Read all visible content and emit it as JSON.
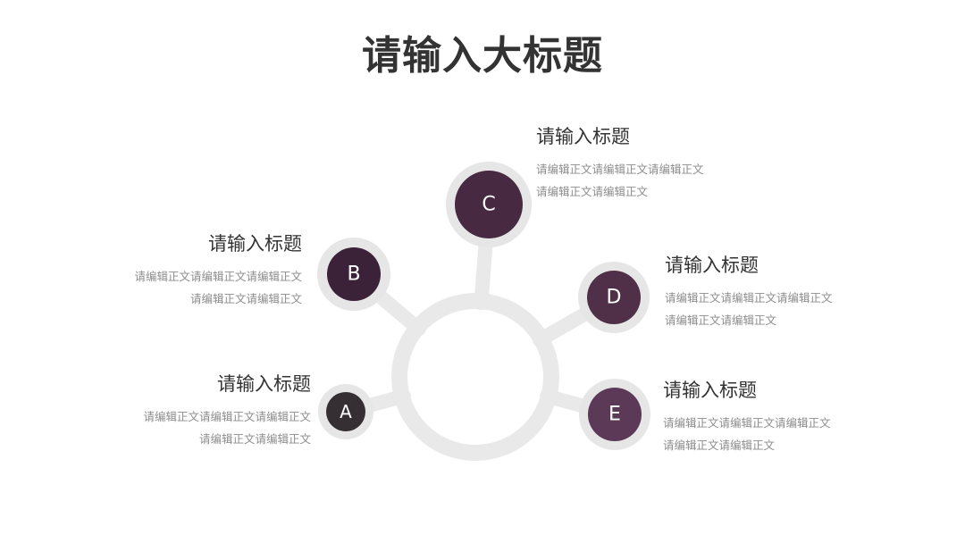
{
  "page": {
    "title": "请输入大标题"
  },
  "colors": {
    "connector": "#e9e9e9",
    "ring_halo": "#e6e6e6",
    "node_a": "#352f33",
    "node_b": "#3b2239",
    "node_c": "#472a41",
    "node_d": "#4f3048",
    "node_e": "#5c3a57"
  },
  "nodes": [
    {
      "id": "A",
      "letter": "A",
      "heading": "请输入标题",
      "line1": "请编辑正文请编辑正文请编辑正文",
      "line2": "请编辑正文请编辑正文"
    },
    {
      "id": "B",
      "letter": "B",
      "heading": "请输入标题",
      "line1": "请编辑正文请编辑正文请编辑正文",
      "line2": "请编辑正文请编辑正文"
    },
    {
      "id": "C",
      "letter": "C",
      "heading": "请输入标题",
      "line1": "请编辑正文请编辑正文请编辑正文",
      "line2": "请编辑正文请编辑正文"
    },
    {
      "id": "D",
      "letter": "D",
      "heading": "请输入标题",
      "line1": "请编辑正文请编辑正文请编辑正文",
      "line2": "请编辑正文请编辑正文"
    },
    {
      "id": "E",
      "letter": "E",
      "heading": "请输入标题",
      "line1": "请编辑正文请编辑正文请编辑正文",
      "line2": "请编辑正文请编辑正文"
    }
  ]
}
